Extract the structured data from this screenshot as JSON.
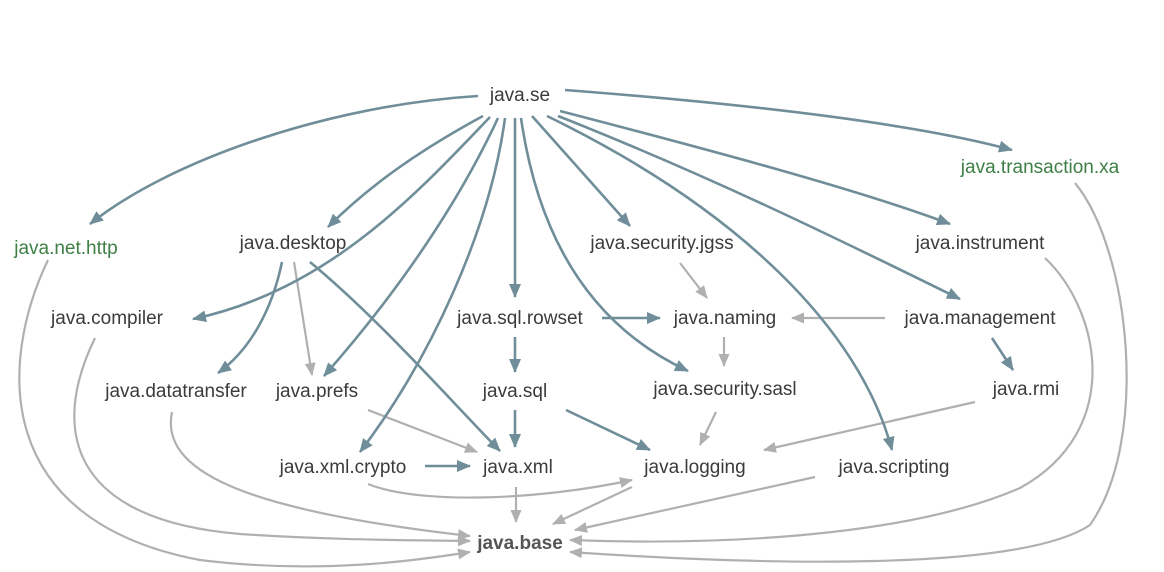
{
  "diagram": {
    "colors": {
      "required_edge": "#6f8e99",
      "other_edge": "#b0b0b0",
      "module_text": "#3b3b3b",
      "external_module_text": "#3e7f45",
      "base_module_text": "#555555",
      "background": "#ffffff"
    },
    "modules": {
      "java_se": "java.se",
      "java_transaction_xa": "java.transaction.xa",
      "java_net_http": "java.net.http",
      "java_desktop": "java.desktop",
      "java_security_jgss": "java.security.jgss",
      "java_instrument": "java.instrument",
      "java_compiler": "java.compiler",
      "java_sql_rowset": "java.sql.rowset",
      "java_naming": "java.naming",
      "java_management": "java.management",
      "java_datatransfer": "java.datatransfer",
      "java_prefs": "java.prefs",
      "java_sql": "java.sql",
      "java_security_sasl": "java.security.sasl",
      "java_rmi": "java.rmi",
      "java_xml_crypto": "java.xml.crypto",
      "java_xml": "java.xml",
      "java_logging": "java.logging",
      "java_scripting": "java.scripting",
      "java_base": "java.base"
    }
  }
}
